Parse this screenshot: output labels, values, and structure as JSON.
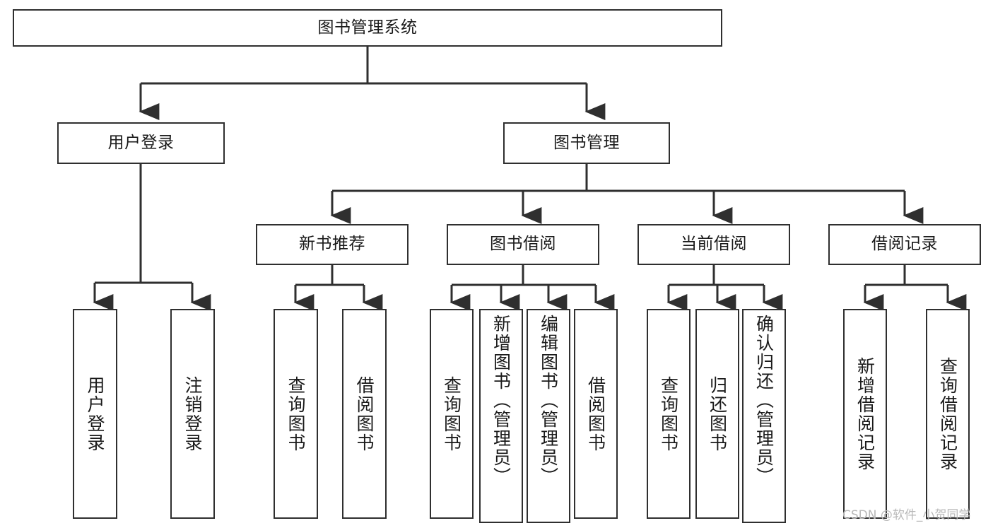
{
  "diagram": {
    "title": "图书管理系统",
    "watermark": "CSDN @软件_小贺同学",
    "line_color": "#2f2f2f",
    "box_fill": "#ffffff",
    "text_color": "#1a1a1a",
    "background": "#ffffff"
  },
  "nodes": {
    "root": {
      "label": "图书管理系统"
    },
    "level2": [
      {
        "label": "用户登录"
      },
      {
        "label": "图书管理"
      }
    ],
    "level3": [
      {
        "label": "新书推荐"
      },
      {
        "label": "图书借阅"
      },
      {
        "label": "当前借阅"
      },
      {
        "label": "借阅记录"
      }
    ],
    "leaves": {
      "user_login": [
        {
          "label": "用户登录"
        },
        {
          "label": "注销登录"
        }
      ],
      "new_book": [
        {
          "label": "查询图书"
        },
        {
          "label": "借阅图书"
        }
      ],
      "book_borrow": [
        {
          "label": "查询图书"
        },
        {
          "label": "新增图书（管理员）"
        },
        {
          "label": "编辑图书（管理员）"
        },
        {
          "label": "借阅图书"
        }
      ],
      "current_borrow": [
        {
          "label": "查询图书"
        },
        {
          "label": "归还图书"
        },
        {
          "label": "确认归还（管理员）"
        }
      ],
      "borrow_record": [
        {
          "label": "新增借阅记录"
        },
        {
          "label": "查询借阅记录"
        }
      ]
    }
  }
}
